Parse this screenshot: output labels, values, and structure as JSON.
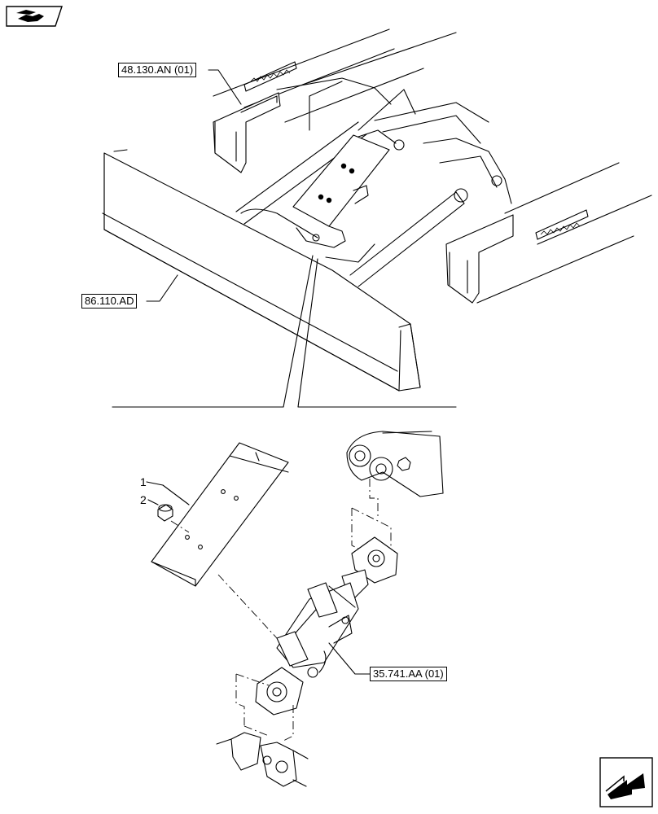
{
  "references": {
    "ref_top": "48.130.AN (01)",
    "ref_blade": "86.110.AD",
    "ref_cylinder": "35.741.AA (01)"
  },
  "callouts": {
    "item_1": "1",
    "item_2": "2"
  },
  "icons": {
    "top_left": "book-hand-icon",
    "bottom_right": "next-page-arrow-icon"
  }
}
